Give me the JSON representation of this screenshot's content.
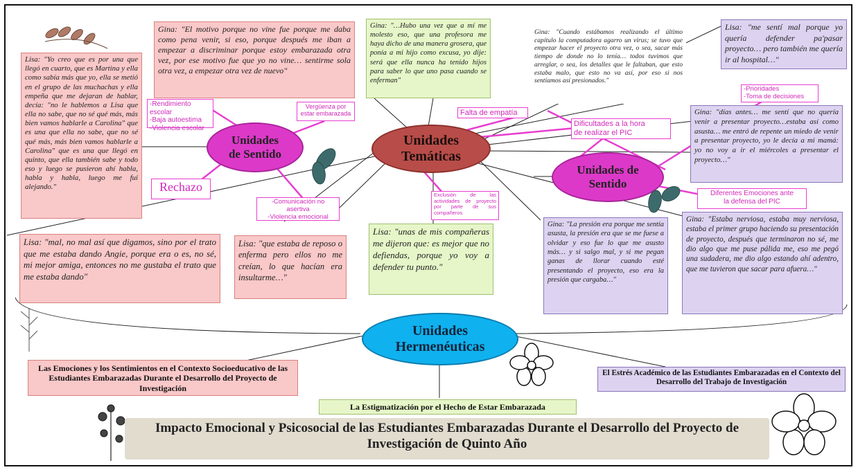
{
  "main_node": "Unidades\nTemáticas",
  "left_node": "Unidades\nde Sentido",
  "right_node": "Unidades de\nSentido",
  "bottom_node": "Unidades\nHermenéuticas",
  "quotes": {
    "q1": "Lisa: \"Yo creo que es por una que llegó en cuarto, que es Martina y ella como sabía más que yo, ella se metió en el grupo de las muchachas y ella empeña que me dejaran de hablar, decía: \"no le hablemos a Lisa que ella no sabe, que no sé qué más, más bien vamos hablarle a Carolina\" que es una que ella no sabe, que no sé qué más, más bien vamos hablarle a Carolina\" que es una que llegó en quinto, que ella también sabe y todo eso y luego se pusieron ahí habla, habla y habla, luego me fui alejando.\"",
    "q2": "Gina: \"El motivo porque no vine fue porque me daba como pena venir, si eso, porque después me iban a empezar a discriminar porque estoy embarazada otra vez, por ese motivo fue que yo no vine… sentirme sola otra vez, a empezar otra vez de nuevo\"",
    "q3": "Gina: \"…Hubo una vez que a mí me molesto eso, que una profesora me haya dicho de una manera grosera, que ponía a mi hijo como excusa, yo dije: será que ella nunca ha tenido hijos para saber lo que uno pasa cuando se enferman\"",
    "q4": "Gina: \"Cuando estábamos realizando el último capítulo la computadora agarro un virus; se tuvo que empezar hacer el proyecto otra vez, o sea, sacar más tiempo de donde no lo tenía… todos tuvimos que arreglar, o sea, los detalles que le faltaban, que esto estaba malo, que esto no va así, por eso si nos sentíamos así presionados.\"",
    "q5": "Lisa: \"me sentí mal porque yo quería defender pa'pasar proyecto… pero también me quería ir al hospital…\"",
    "q6": "Gina: \"días antes… me sentí que no quería venir a presentar proyecto…estaba así como asusta… me entró de repente un miedo de venir a presentar proyecto, yo le decía a mi mamá: yo no voy a ir el miércoles a presentar el proyecto…\"",
    "q7": "Lisa: \"mal, no mal así que digamos, sino por el trato que me estaba dando Angie, porque era o es, no sé, mi mejor amiga, entonces no me gustaba el trato que me estaba dando\"",
    "q8": "Lisa: \"que estaba de reposo o enferma pero ellos no me creían, lo que hacían era insultarme…\"",
    "q9": "Lisa: \"unas de mis compañeras me dijeron que: es mejor que no defiendas, porque yo voy a defender tu punto.\"",
    "q10": "Gina: \"La presión era porque me sentía asusta, la presión era que se me fuese a olvidar y eso fue lo que me asusto más… y si salgo mal, y si me pegan ganas de llorar cuando esté presentando el proyecto, eso era la presión que cargaba…\"",
    "q11": "Gina: \"Estaba nerviosa, estaba muy nerviosa, estaba el primer grupo haciendo su presentación de proyecto, después que terminaron no sé, me dio algo que me puse pálida me, eso me pegó una sudadera, me dio algo estando ahí adentro, que me tuvieron que sacar para afuera…\""
  },
  "tags": {
    "t1": "-Rendimiento escolar\n-Baja autoestima\n-Violencia escolar",
    "t2": "Vergüenza por\nestar embarazada",
    "t3": "Rechazo",
    "t4": "-Comunicación no\nasertiva\n-Violencia emocional",
    "t5": "Exclusión de las actividades de proyecto por parte de sus compañeros",
    "t6": "Falta de empatía",
    "t7": "Dificultades a la hora\nde realizar el PIC",
    "t8": "-Prioridades\n-Toma de decisiones",
    "t9": "Diferentes Emociones ante\nla defensa del PIC"
  },
  "hermeneutic": {
    "h1": "Las Emociones y los Sentimientos en el Contexto Socioeducativo de las Estudiantes Embarazadas Durante el Desarrollo del Proyecto de Investigación",
    "h2": "La Estigmatización por el Hecho de Estar Embarazada",
    "h3": "El Estrés Académico de las Estudiantes Embarazadas en el Contexto del Desarrollo del Trabajo de Investigación"
  },
  "title": "Impacto Emocional y Psicosocial de las Estudiantes Embarazadas Durante el Desarrollo del Proyecto de Investigación de Quinto Año",
  "colors": {
    "magenta": "#dc39c8",
    "maroon": "#b84c48",
    "blue": "#0fb1ee",
    "red_box": "#f9c8c8",
    "green_box": "#e6f6c8",
    "purple_box": "#ddd3f0"
  }
}
